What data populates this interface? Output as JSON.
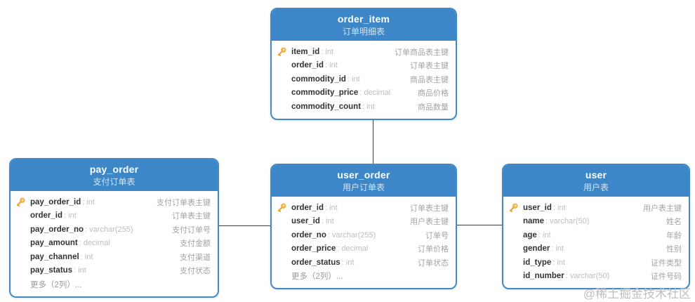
{
  "diagram": {
    "watermark": "@稀土掘金技术社区"
  },
  "colors": {
    "header_blue": "#3d87c9",
    "card_border_blue": "#4289c6",
    "connector_line": "#3a3a3a",
    "primary_key_gold": "#f0b22f",
    "field_name_text": "#333333",
    "field_type_text": "#bdbdbd",
    "comment_text": "#a3a3a3",
    "watermark_gray": "#bfbfbf"
  },
  "tables": [
    {
      "name": "order_item",
      "subtitle": "订单明细表",
      "fields": [
        {
          "name": "item_id",
          "type": "int",
          "comment": "订单商品表主键",
          "pk": true
        },
        {
          "name": "order_id",
          "type": "int",
          "comment": "订单表主键"
        },
        {
          "name": "commodity_id",
          "type": "int",
          "comment": "商品表主键"
        },
        {
          "name": "commodity_price",
          "type": "decimal",
          "comment": "商品价格"
        },
        {
          "name": "commodity_count",
          "type": "int",
          "comment": "商品数量"
        }
      ]
    },
    {
      "name": "pay_order",
      "subtitle": "支付订单表",
      "fields": [
        {
          "name": "pay_order_id",
          "type": "int",
          "comment": "支付订单表主键",
          "pk": true
        },
        {
          "name": "order_id",
          "type": "int",
          "comment": "订单表主键"
        },
        {
          "name": "pay_order_no",
          "type": "varchar(255)",
          "comment": "支付订单号"
        },
        {
          "name": "pay_amount",
          "type": "decimal",
          "comment": "支付金额"
        },
        {
          "name": "pay_channel",
          "type": "int",
          "comment": "支付渠道"
        },
        {
          "name": "pay_status",
          "type": "int",
          "comment": "支付状态"
        },
        {
          "name": "更多（2列）...",
          "more": true
        }
      ]
    },
    {
      "name": "user_order",
      "subtitle": "用户订单表",
      "fields": [
        {
          "name": "order_id",
          "type": "int",
          "comment": "订单表主键",
          "pk": true
        },
        {
          "name": "user_id",
          "type": "int",
          "comment": "用户表主键"
        },
        {
          "name": "order_no",
          "type": "varchar(255)",
          "comment": "订单号"
        },
        {
          "name": "order_price",
          "type": "decimal",
          "comment": "订单价格"
        },
        {
          "name": "order_status",
          "type": "int",
          "comment": "订单状态"
        },
        {
          "name": "更多（2列）...",
          "more": true
        }
      ]
    },
    {
      "name": "user",
      "subtitle": "用户表",
      "fields": [
        {
          "name": "user_id",
          "type": "int",
          "comment": "用户表主键",
          "pk": true
        },
        {
          "name": "name",
          "type": "varchar(50)",
          "comment": "姓名"
        },
        {
          "name": "age",
          "type": "int",
          "comment": "年龄"
        },
        {
          "name": "gender",
          "type": "int",
          "comment": "性别"
        },
        {
          "name": "id_type",
          "type": "int",
          "comment": "证件类型"
        },
        {
          "name": "id_number",
          "type": "varchar(50)",
          "comment": "证件号码"
        }
      ]
    }
  ],
  "relationships": [
    {
      "from": "order_item",
      "to": "user_order"
    },
    {
      "from": "pay_order",
      "to": "user_order"
    },
    {
      "from": "user_order",
      "to": "user"
    }
  ]
}
